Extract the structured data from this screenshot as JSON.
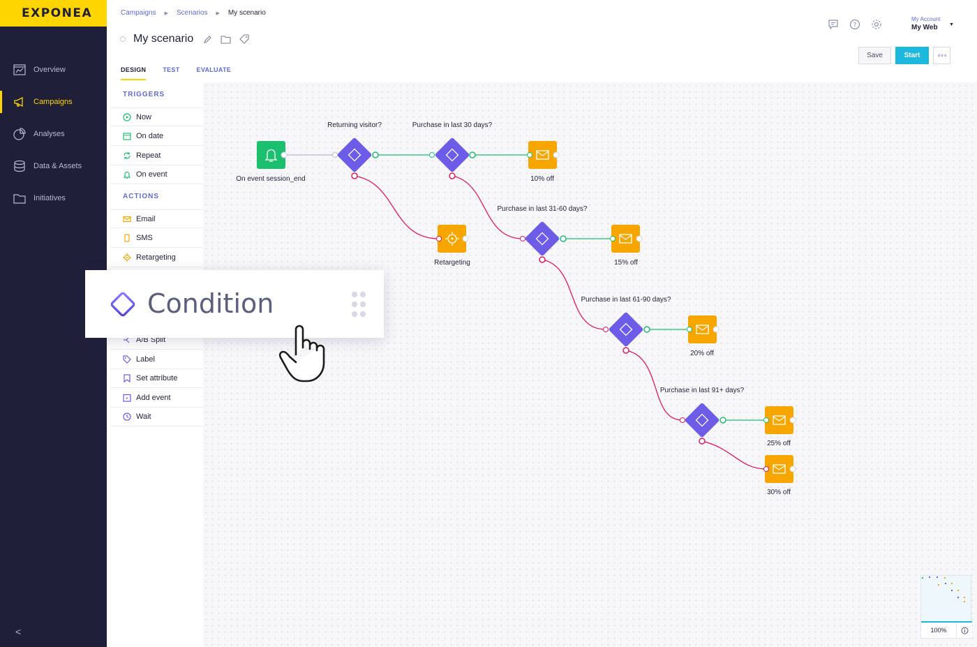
{
  "app": {
    "logo": "EXPONEA",
    "accent": "#ffd500",
    "sidebar_bg": "#1f1f3a"
  },
  "sidebar": {
    "items": [
      {
        "label": "Overview",
        "icon": "overview-icon",
        "active": false
      },
      {
        "label": "Campaigns",
        "icon": "megaphone-icon",
        "active": true
      },
      {
        "label": "Analyses",
        "icon": "pie-chart-icon",
        "active": false
      },
      {
        "label": "Data & Assets",
        "icon": "database-icon",
        "active": false
      },
      {
        "label": "Initiatives",
        "icon": "folder-icon",
        "active": false
      }
    ],
    "collapse": "<"
  },
  "breadcrumb": [
    "Campaigns",
    "Scenarios",
    "My scenario"
  ],
  "page_title": "My scenario",
  "tabs": [
    {
      "label": "DESIGN",
      "active": true
    },
    {
      "label": "TEST",
      "active": false
    },
    {
      "label": "EVALUATE",
      "active": false
    }
  ],
  "account": {
    "label": "My Account",
    "name": "My Web"
  },
  "buttons": {
    "save": "Save",
    "start": "Start",
    "more": "∘∘∘"
  },
  "palette": {
    "triggers_heading": "TRIGGERS",
    "triggers": [
      {
        "label": "Now",
        "icon": "play-icon",
        "color": "#1bbf6e"
      },
      {
        "label": "On date",
        "icon": "calendar-icon",
        "color": "#1bbf6e"
      },
      {
        "label": "Repeat",
        "icon": "repeat-icon",
        "color": "#1bbf6e"
      },
      {
        "label": "On event",
        "icon": "bell-icon",
        "color": "#1bbf6e"
      }
    ],
    "actions_heading": "ACTIONS",
    "actions": [
      {
        "label": "Email",
        "icon": "email-icon",
        "color": "#f7a600"
      },
      {
        "label": "SMS",
        "icon": "phone-icon",
        "color": "#f7a600"
      },
      {
        "label": "Retargeting",
        "icon": "target-icon",
        "color": "#f7a600"
      }
    ],
    "operators": [
      {
        "label": "A/B Split",
        "icon": "split-icon",
        "color": "#6c5ce7"
      },
      {
        "label": "Label",
        "icon": "tag-icon",
        "color": "#6c5ce7"
      },
      {
        "label": "Set attribute",
        "icon": "bookmark-icon",
        "color": "#6c5ce7"
      },
      {
        "label": "Add event",
        "icon": "calendar-add-icon",
        "color": "#6c5ce7"
      },
      {
        "label": "Wait",
        "icon": "clock-icon",
        "color": "#6c5ce7"
      }
    ]
  },
  "drag_card": {
    "label": "Condition",
    "icon": "diamond-icon"
  },
  "flow": {
    "colors": {
      "trigger": "#1bbf6e",
      "condition": "#6c5ce7",
      "action": "#f7a600",
      "yes": "#1bbf6e",
      "no": "#e0195c"
    },
    "trigger": {
      "label": "On event session_end"
    },
    "conditions": [
      "Returning visitor?",
      "Purchase in last 30 days?",
      "Purchase in last 31-60 days?",
      "Purchase in last 61-90 days?",
      "Purchase in last 91+ days?"
    ],
    "actions": [
      "10% off",
      "Retargeting",
      "15% off",
      "20% off",
      "25% off",
      "30% off"
    ]
  },
  "minimap": {
    "zoom": "100%"
  }
}
